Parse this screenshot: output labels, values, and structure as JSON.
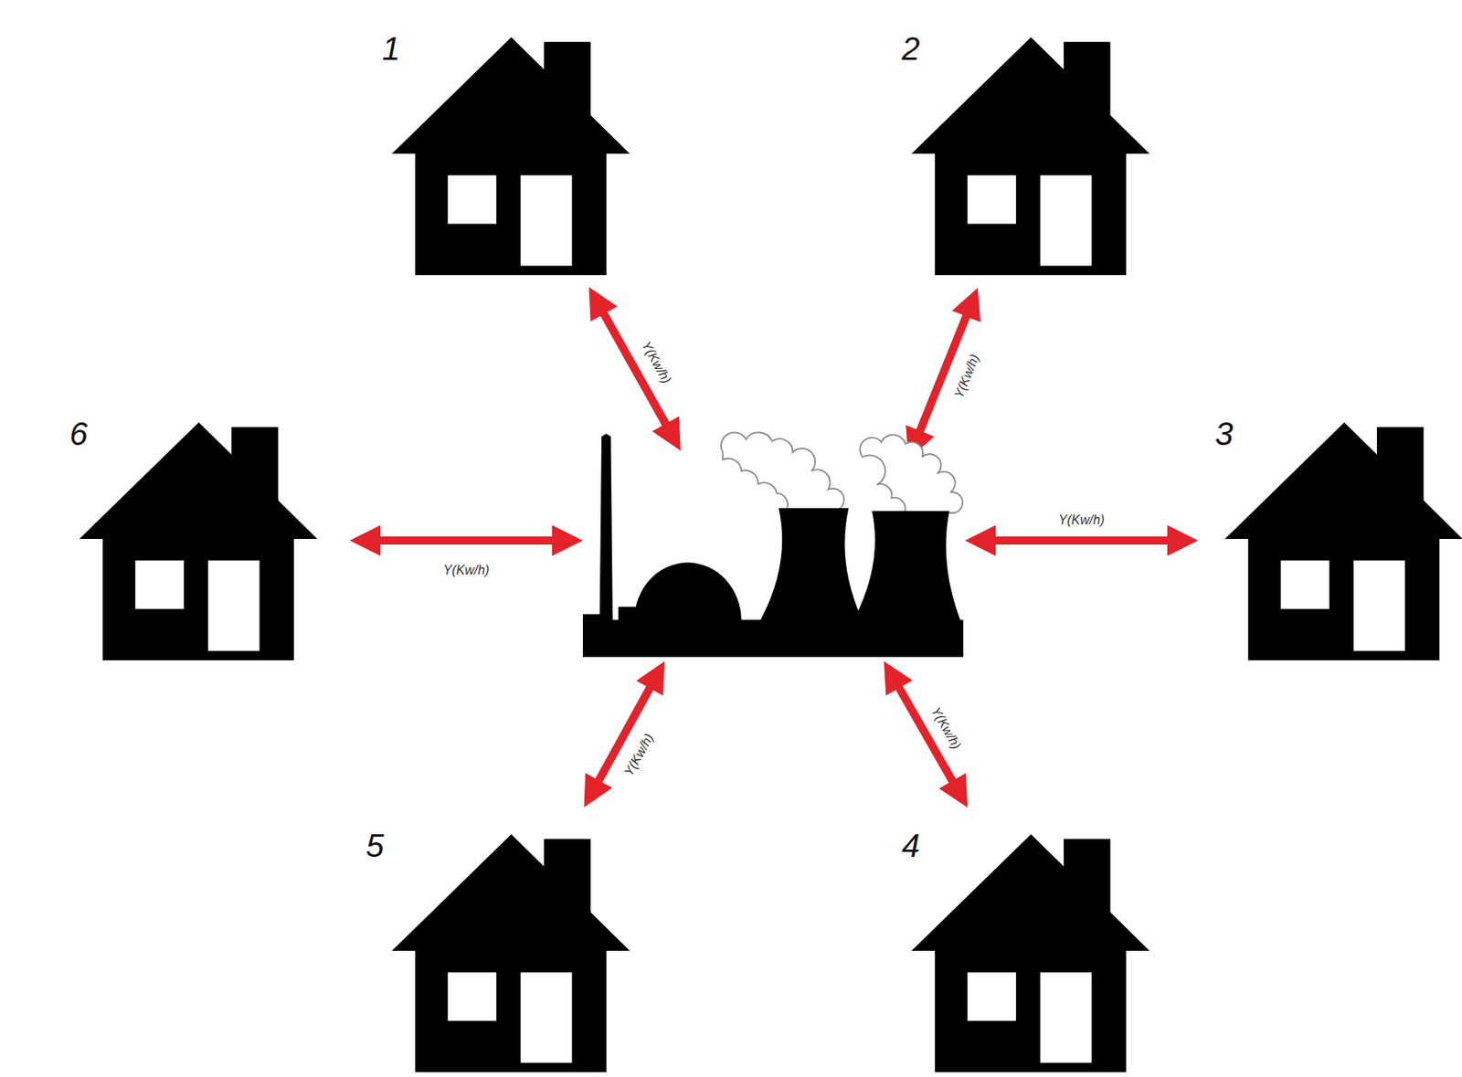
{
  "diagram": {
    "nodes": [
      {
        "text": [
          "1"
        ]
      },
      {
        "text": [
          "2"
        ]
      },
      {
        "text": [
          "6"
        ]
      },
      {
        "text": []
      },
      {
        "text": [
          "3"
        ]
      },
      {
        "text": [
          "5"
        ]
      },
      {
        "text": [
          "4"
        ]
      }
    ],
    "edges": [
      {
        "from": 0,
        "to": 3,
        "arrow": "both",
        "label": "Y(Kw/h)"
      },
      {
        "from": 1,
        "to": 3,
        "arrow": "both",
        "label": "Y(Kw/h)"
      },
      {
        "from": 2,
        "to": 3,
        "arrow": "both",
        "label": "Y(Kw/h)"
      },
      {
        "from": 4,
        "to": 3,
        "arrow": "both",
        "label": "Y(Kw/h)"
      },
      {
        "from": 5,
        "to": 3,
        "arrow": "both",
        "label": "Y(Kw/h)"
      },
      {
        "from": 6,
        "to": 3,
        "arrow": "both",
        "label": "Y(Kw/h)"
      }
    ]
  }
}
